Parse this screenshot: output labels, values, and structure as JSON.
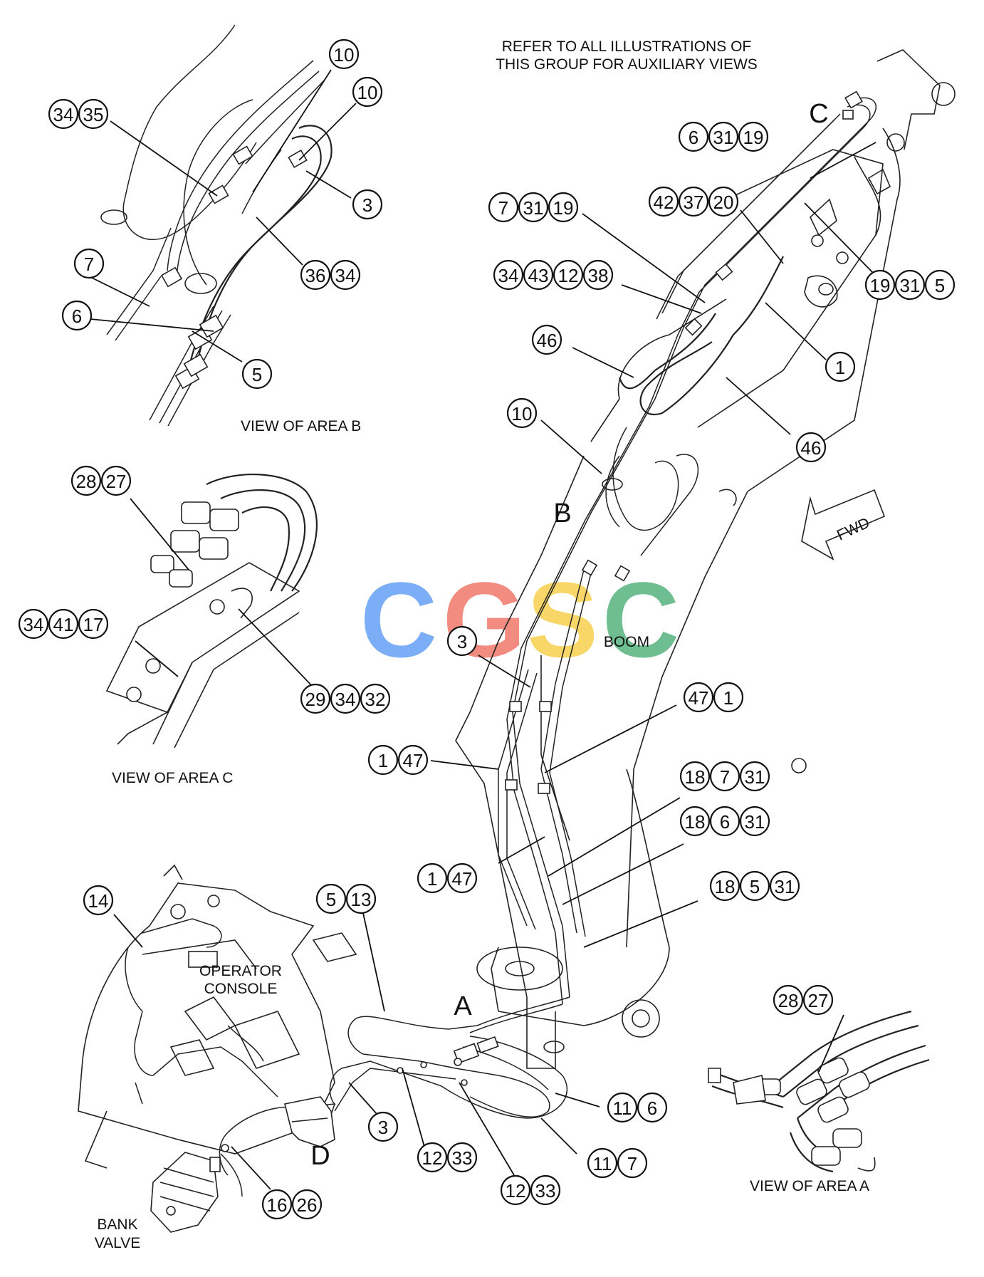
{
  "header_note": {
    "line1": "REFER TO ALL ILLUSTRATIONS OF",
    "line2": "THIS GROUP FOR AUXILIARY VIEWS"
  },
  "labels": {
    "view_area_b": "VIEW OF AREA B",
    "view_area_c": "VIEW OF AREA C",
    "view_area_a": "VIEW OF AREA A",
    "boom": "BOOM",
    "fwd": "FWD",
    "operator_console_1": "OPERATOR",
    "operator_console_2": "CONSOLE",
    "bank_valve_1": "BANK",
    "bank_valve_2": "VALVE"
  },
  "area_letters": {
    "a": "A",
    "b": "B",
    "c": "C",
    "d": "D"
  },
  "watermark": {
    "letters": [
      "C",
      "G",
      "S",
      "C"
    ],
    "colors": [
      "#5b9af5",
      "#ef6f61",
      "#f7cd43",
      "#4bae77"
    ]
  },
  "callout_groups": [
    {
      "id": "b-34-35",
      "numbers": [
        "34",
        "35"
      ]
    },
    {
      "id": "b-10-top",
      "numbers": [
        "10"
      ]
    },
    {
      "id": "b-10-2",
      "numbers": [
        "10"
      ]
    },
    {
      "id": "b-3",
      "numbers": [
        "3"
      ]
    },
    {
      "id": "b-36-34",
      "numbers": [
        "36",
        "34"
      ]
    },
    {
      "id": "b-7",
      "numbers": [
        "7"
      ]
    },
    {
      "id": "b-6",
      "numbers": [
        "6"
      ]
    },
    {
      "id": "b-5",
      "numbers": [
        "5"
      ]
    },
    {
      "id": "c-28-27",
      "numbers": [
        "28",
        "27"
      ]
    },
    {
      "id": "c-34-41-17",
      "numbers": [
        "34",
        "41",
        "17"
      ]
    },
    {
      "id": "c-29-34-32",
      "numbers": [
        "29",
        "34",
        "32"
      ]
    },
    {
      "id": "m-6-31-19",
      "numbers": [
        "6",
        "31",
        "19"
      ]
    },
    {
      "id": "m-7-31-19",
      "numbers": [
        "7",
        "31",
        "19"
      ]
    },
    {
      "id": "m-42-37-20",
      "numbers": [
        "42",
        "37",
        "20"
      ]
    },
    {
      "id": "m-34-43-12-38",
      "numbers": [
        "34",
        "43",
        "12",
        "38"
      ]
    },
    {
      "id": "m-19-31-5",
      "numbers": [
        "19",
        "31",
        "5"
      ]
    },
    {
      "id": "m-46-a",
      "numbers": [
        "46"
      ]
    },
    {
      "id": "m-1-a",
      "numbers": [
        "1"
      ]
    },
    {
      "id": "m-46-b",
      "numbers": [
        "46"
      ]
    },
    {
      "id": "m-10",
      "numbers": [
        "10"
      ]
    },
    {
      "id": "m-3",
      "numbers": [
        "3"
      ]
    },
    {
      "id": "m-47-1",
      "numbers": [
        "47",
        "1"
      ]
    },
    {
      "id": "m-1-47-a",
      "numbers": [
        "1",
        "47"
      ]
    },
    {
      "id": "m-18-7-31",
      "numbers": [
        "18",
        "7",
        "31"
      ]
    },
    {
      "id": "m-18-6-31",
      "numbers": [
        "18",
        "6",
        "31"
      ]
    },
    {
      "id": "m-1-47-b",
      "numbers": [
        "1",
        "47"
      ]
    },
    {
      "id": "m-18-5-31",
      "numbers": [
        "18",
        "5",
        "31"
      ]
    },
    {
      "id": "m-14",
      "numbers": [
        "14"
      ]
    },
    {
      "id": "m-5-13",
      "numbers": [
        "5",
        "13"
      ]
    },
    {
      "id": "m-11-6",
      "numbers": [
        "11",
        "6"
      ]
    },
    {
      "id": "m-3-b",
      "numbers": [
        "3"
      ]
    },
    {
      "id": "m-12-33-a",
      "numbers": [
        "12",
        "33"
      ]
    },
    {
      "id": "m-11-7",
      "numbers": [
        "11",
        "7"
      ]
    },
    {
      "id": "m-12-33-b",
      "numbers": [
        "12",
        "33"
      ]
    },
    {
      "id": "m-16-26",
      "numbers": [
        "16",
        "26"
      ]
    },
    {
      "id": "a-28-27",
      "numbers": [
        "28",
        "27"
      ]
    }
  ]
}
